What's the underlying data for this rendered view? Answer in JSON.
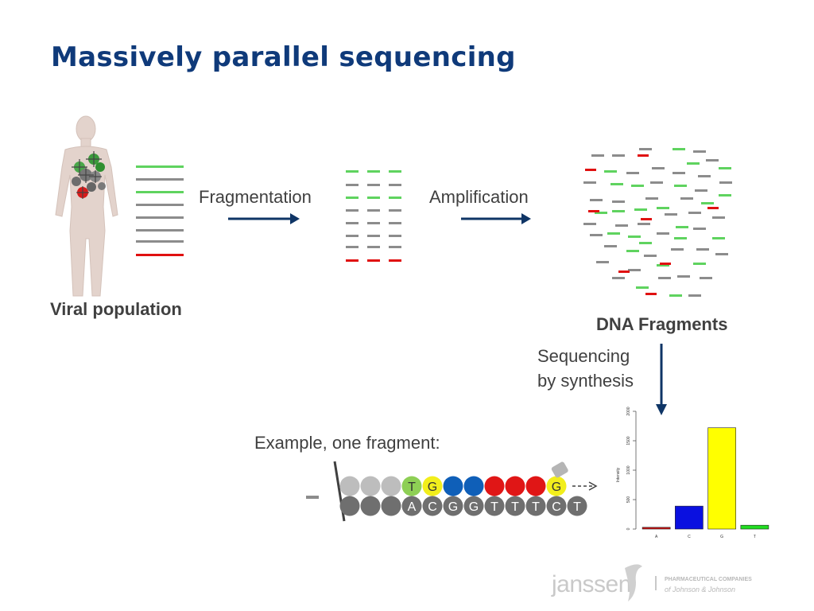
{
  "title": "Massively parallel sequencing",
  "labels": {
    "viral_population": "Viral population",
    "fragmentation": "Fragmentation",
    "amplification": "Amplification",
    "dna_fragments": "DNA Fragments",
    "sequencing_line1": "Sequencing",
    "sequencing_line2": "by synthesis",
    "example": "Example, one fragment:"
  },
  "colors": {
    "green": "#5fd35f",
    "gray": "#8c8c8c",
    "red": "#e01010",
    "arrow": "#0f3566",
    "title": "#0f3a7a"
  },
  "fragment_example": {
    "top_strand": [
      "",
      "",
      "",
      "T",
      "G",
      "",
      "",
      "",
      "",
      "",
      "G"
    ],
    "top_colors": [
      "#bdbdbd",
      "#bdbdbd",
      "#bdbdbd",
      "#8ecf55",
      "#f2ee1c",
      "#0f5fb8",
      "#0f5fb8",
      "#e01616",
      "#e01616",
      "#e01616",
      "#f2ee1c"
    ],
    "bottom_strand": [
      "",
      "",
      "",
      "A",
      "C",
      "G",
      "G",
      "T",
      "T",
      "T",
      "C",
      "T"
    ]
  },
  "logo": {
    "brand": "janssen",
    "tagline_line1": "PHARMACEUTICAL COMPANIES",
    "tagline_line2": "of Johnson & Johnson"
  },
  "chart_data": {
    "type": "bar",
    "categories": [
      "A",
      "C",
      "G",
      "T"
    ],
    "values": [
      30,
      390,
      1720,
      65
    ],
    "colors": [
      "#cc1111",
      "#0a10e0",
      "#ffff00",
      "#22dd22"
    ],
    "ylabel": "Intensity",
    "ylim": [
      0,
      2000
    ],
    "yticks": [
      0,
      500,
      1000,
      1500,
      2000
    ],
    "grid": false
  }
}
